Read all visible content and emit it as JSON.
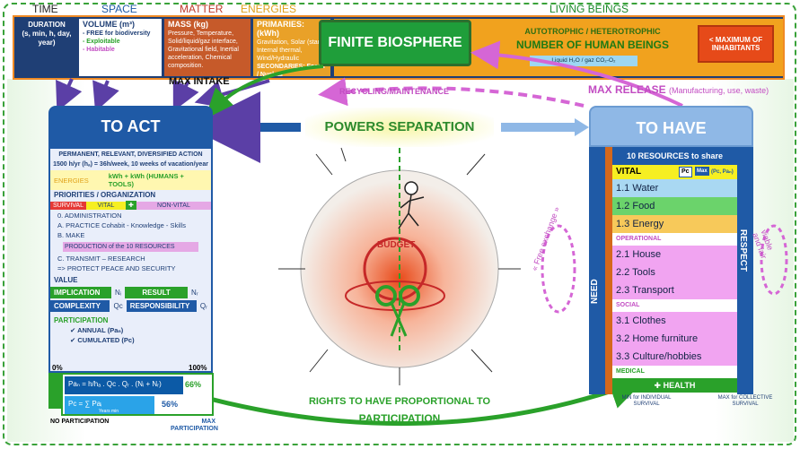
{
  "header": {
    "time": "TIME",
    "space": "SPACE",
    "matter": "MATTER",
    "energies": "ENERGIES",
    "living": "LIVING BEINGS"
  },
  "topbar": {
    "duration": "DURATION\n(s, min, h, day, year)",
    "volume_title": "VOLUME (m³)",
    "volume_items": [
      "- FREE for biodiversity",
      "- Exploitable",
      "- Habitable"
    ],
    "mass_title": "MASS (kg)",
    "mass_text": "Pressure, Temperature, Solid/liquid/gaz interface, Gravitational field, Inertial acceleration, Chemical composition.",
    "energy_title": "PRIMARIES: (kWh)",
    "energy_text": "Gravitation, Solar (star), Internal thermal, Wind/Hydraulic",
    "energy_sec": "SECONDARIES: Fossil / Nuclear",
    "biosphere": "FINITE BIOSPHERE",
    "auto": "AUTOTROPHIC / HETEROTROPHIC",
    "numhum": "NUMBER OF HUMAN BEINGS",
    "liquid": "Liquid H₂O / gaz CO₂-O₂",
    "maxinh": "< MAXIMUM OF INHABITANTS"
  },
  "center": {
    "max_intake": "MAX INTAKE",
    "recycling": "RECYCLING/MAINTENANCE",
    "max_release": "MAX RELEASE",
    "max_release_note": "(Manufacturing, use, waste)",
    "powers": "POWERS SEPARATION",
    "budget": "BUDGET",
    "rights": "RIGHTS TO HAVE PROPORTIONAL TO",
    "participation": "PARTICIPATION"
  },
  "act": {
    "title": "TO ACT",
    "permanent": "PERMANENT, RELEVANT, DIVERSIFIED ACTION",
    "hours": "1500 h/yr (hₐ) = 36h/week, 10 weeks of vacation/year",
    "energies": "ENERGIES",
    "kwh": "kWh + kWh (HUMANS + TOOLS)",
    "priorities": "PRIORITIES / ORGANIZATION",
    "survival": "SURVIVAL",
    "vital": "VITAL",
    "nonvital": "NON-VITAL",
    "list": [
      "0. ADMINISTRATION",
      "A. PRACTICE   Cohabit - Knowledge - Skills",
      "B. MAKE",
      "C. TRANSMIT – RESEARCH",
      "=> PROTECT   PEACE AND SECURITY"
    ],
    "production": "PRODUCTION of the 10 RESOURCES",
    "value": "VALUE",
    "implication": "IMPLICATION",
    "ni": "Nᵢ",
    "result": "RESULT",
    "nr": "Nᵣ",
    "complexity": "COMPLEXITY",
    "qc": "Qc",
    "responsibility": "RESPONSIBILITY",
    "qr": "Qᵣ",
    "participation": "PARTICIPATION",
    "annual": "ANNUAL (Paₙ)",
    "cumulated": "CUMULATED (Pc)",
    "pct0": "0%",
    "pct100": "100%",
    "formula1": "Paₙ = h/hₐ . Qc . Qᵣ . (Nᵢ + Nᵣ)",
    "formula1_val": "66%",
    "formula2": "Pc = ∑ Paᵢ",
    "formula2_sub": "Years min",
    "formula2_val": "56%",
    "no_part": "NO PARTICIPATION",
    "max_part": "MAX PARTICIPATION"
  },
  "have": {
    "title": "TO HAVE",
    "need": "NEED",
    "respect": "RESPECT",
    "resources_head": "10 RESOURCES to share",
    "vital": "VITAL",
    "pc": "Pc",
    "max": "Max",
    "pc_pa": "(Pc, Paₙ)",
    "water": "1.1  Water",
    "food": "1.2  Food",
    "energy": "1.3  Energy",
    "operational": "OPERATIONAL",
    "house": "2.1  House",
    "tools": "2.2  Tools",
    "transport": "2.3  Transport",
    "social": "SOCIAL",
    "clothes": "3.1  Clothes",
    "furniture": "3.2  Home furniture",
    "culture": "3.3  Culture/hobbies",
    "medical": "MEDICAL",
    "health": "HEALTH",
    "min_for": "MIN for INDIVIDUAL SURVIVAL",
    "max_for": "MAX for COLLECTIVE SURVIVAL",
    "free_exchange": "« Free exchange »",
    "viable": "viable and fair"
  }
}
